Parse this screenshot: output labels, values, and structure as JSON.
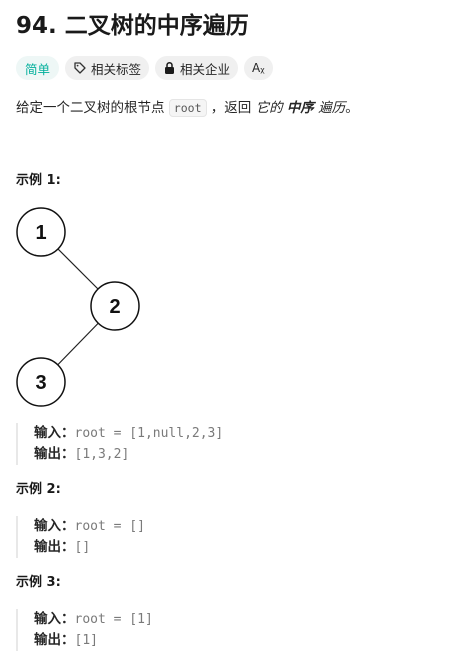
{
  "problem": {
    "title": "94. 二叉树的中序遍历",
    "tags": {
      "difficulty": "简单",
      "related_tags": "相关标签",
      "related_companies": "相关企业",
      "translate_icon_text": "Aᵪ"
    },
    "description": {
      "prefix": "给定一个二叉树的根节点",
      "code": "root",
      "middle": "，返回",
      "italic_a": "它的",
      "bold": "中序",
      "italic_b": "遍历",
      "suffix": "。"
    }
  },
  "examples": [
    {
      "title": "示例 1:",
      "input_label": "输入：",
      "input_value": "root = [1,null,2,3]",
      "output_label": "输出：",
      "output_value": "[1,3,2]"
    },
    {
      "title": "示例 2:",
      "input_label": "输入：",
      "input_value": "root = []",
      "output_label": "输出：",
      "output_value": "[]"
    },
    {
      "title": "示例 3:",
      "input_label": "输入：",
      "input_value": "root = [1]",
      "output_label": "输出：",
      "output_value": "[1]"
    }
  ],
  "tree": {
    "nodes": [
      "1",
      "2",
      "3"
    ]
  },
  "colors": {
    "easy": "#00af9b",
    "text": "#262626",
    "code": "#7a7a7a"
  }
}
